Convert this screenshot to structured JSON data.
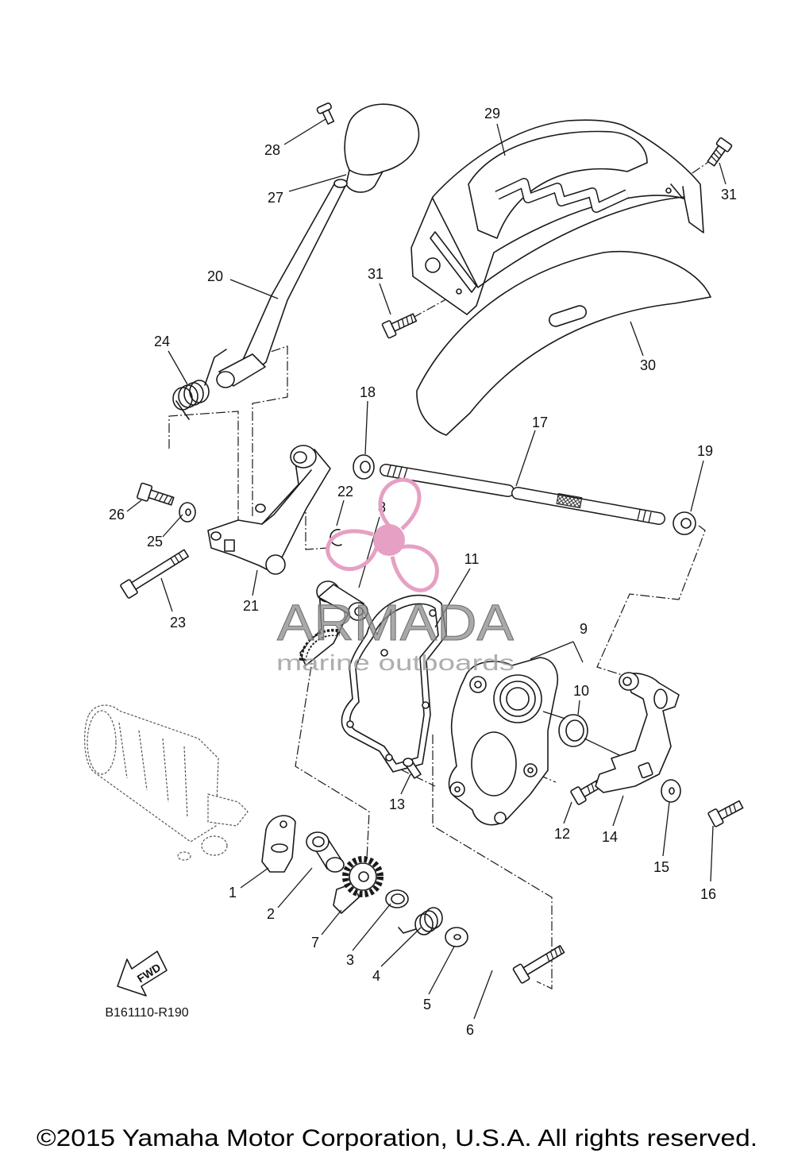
{
  "diagram": {
    "code": "B161110-R190",
    "fwd_label": "FWD",
    "copyright": "©2015 Yamaha Motor Corporation, U.S.A. All rights reserved."
  },
  "watermark": {
    "brand": "ARMADA",
    "tagline": "marine outboards"
  },
  "callouts": [
    "28",
    "27",
    "29",
    "31",
    "20",
    "31",
    "24",
    "30",
    "18",
    "17",
    "19",
    "26",
    "22",
    "8",
    "25",
    "11",
    "23",
    "21",
    "9",
    "10",
    "13",
    "12",
    "14",
    "15",
    "16",
    "1",
    "2",
    "7",
    "3",
    "4",
    "5",
    "6"
  ],
  "colors": {
    "line": "#1a1a1a",
    "watermark_gray": "#8c8c8c",
    "watermark_pink": "#e6a0c4"
  }
}
